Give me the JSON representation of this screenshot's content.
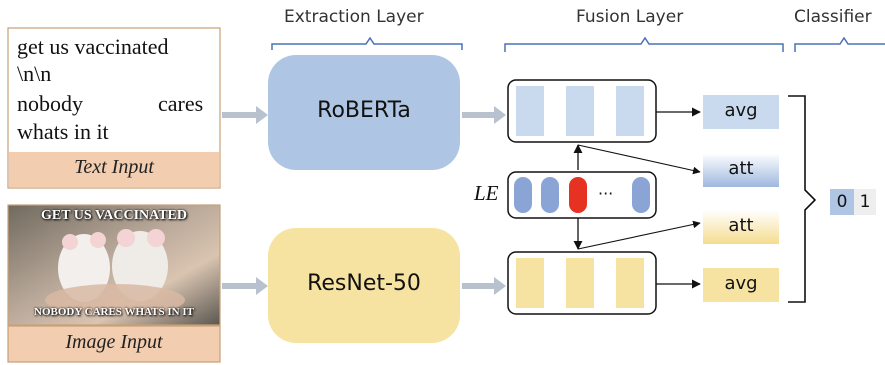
{
  "layers": {
    "extraction": "Extraction Layer",
    "fusion": "Fusion Layer",
    "classifier": "Classifier"
  },
  "text_input": {
    "lines": [
      "get us vaccinated",
      "\\n\\n",
      "nobody",
      "cares",
      "whats in it"
    ],
    "caption": "Text Input"
  },
  "image_input": {
    "top_text": "GET US VACCINATED",
    "bottom_text": "NOBODY CARES WHATS IN IT",
    "caption": "Image Input"
  },
  "models": {
    "text": "RoBERTa",
    "image": "ResNet-50"
  },
  "fusion": {
    "le_label": "LE",
    "ellipsis": "···",
    "outputs": [
      "avg",
      "att",
      "att",
      "avg"
    ]
  },
  "classifier": {
    "labels": [
      "0",
      "1"
    ]
  },
  "colors": {
    "text_blue": "#aec6e3",
    "image_yellow": "#f7e3a1",
    "le_red": "#e53222",
    "le_blue": "#8aa4d6",
    "caption_bg": "#f2cdb0",
    "bracket_blue": "#4a72b5"
  }
}
